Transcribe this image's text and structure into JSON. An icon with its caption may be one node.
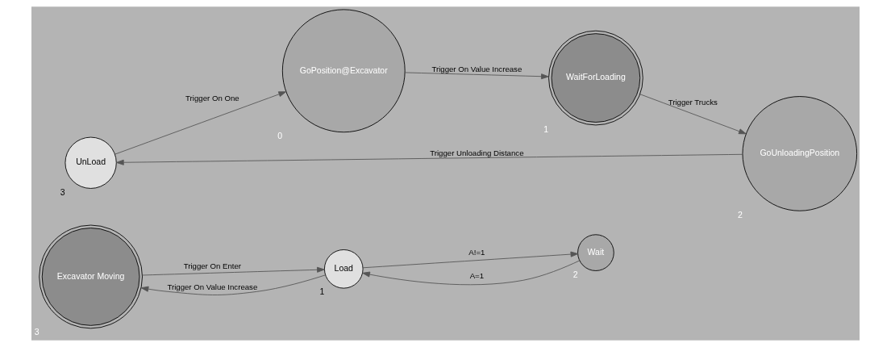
{
  "diagram": {
    "nodes": [
      {
        "text": [
          "Excavator Moving"
        ],
        "beside": [
          "3"
        ]
      },
      {
        "text": [
          "Load"
        ],
        "beside": [
          "1"
        ]
      },
      {
        "text": [
          "Wait"
        ],
        "beside": [
          "2"
        ]
      },
      {
        "text": [
          "UnLoad"
        ],
        "beside": [
          "3"
        ]
      },
      {
        "text": [
          "GoPosition@Excavator"
        ],
        "beside": [
          "0"
        ]
      },
      {
        "text": [
          "GoUnloadingPosition"
        ],
        "beside": [
          "2"
        ]
      },
      {
        "text": [
          "WaitForLoading"
        ],
        "beside": [
          "1"
        ]
      }
    ],
    "edges": [
      {
        "from": 1,
        "to": 0,
        "arrow": "to",
        "label": "Trigger On Value Increase"
      },
      {
        "from": 0,
        "to": 1,
        "arrow": "to",
        "label": "Trigger On Enter"
      },
      {
        "from": 2,
        "to": 1,
        "arrow": "to",
        "label": "A=1"
      },
      {
        "from": 1,
        "to": 2,
        "arrow": "to",
        "label": "A!=1"
      },
      {
        "from": 3,
        "to": 4,
        "arrow": "to",
        "label": "Trigger On One"
      },
      {
        "from": 5,
        "to": 3,
        "arrow": "to",
        "label": "Trigger Unloading Distance"
      },
      {
        "from": 4,
        "to": 6,
        "arrow": "to",
        "label": "Trigger On Value Increase"
      },
      {
        "from": 6,
        "to": 5,
        "arrow": "to",
        "label": "Trigger Trucks"
      }
    ]
  }
}
